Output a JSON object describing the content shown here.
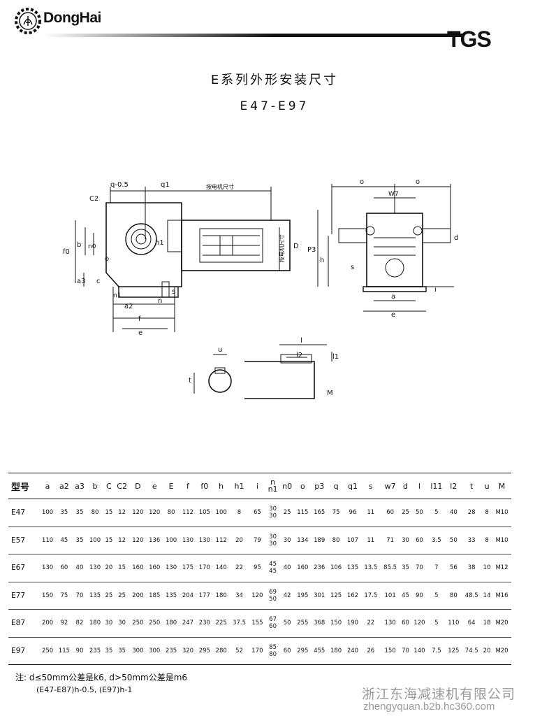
{
  "header": {
    "brand": "DongHai",
    "product_mark": "TGS",
    "title": "E系列外形安装尺寸",
    "subtitle": "E47-E97"
  },
  "drawing": {
    "labels": [
      "q-0.5",
      "q1",
      "按电机尺寸",
      "C2",
      "f0",
      "b",
      "n0",
      "o",
      "a3",
      "c",
      "n1",
      "a2",
      "f",
      "e",
      "s",
      "n",
      "h1",
      "D",
      "按电机尺寸",
      "o",
      "o",
      "W7",
      "P3",
      "h",
      "s",
      "d",
      "a",
      "e",
      "i",
      "u",
      "t",
      "l",
      "l2",
      "l1",
      "M"
    ]
  },
  "table": {
    "headers": [
      "型号",
      "a",
      "a2",
      "a3",
      "b",
      "C",
      "C2",
      "D",
      "e",
      "E",
      "f",
      "f0",
      "h",
      "h1",
      "i",
      "n|n1",
      "n0",
      "o",
      "p3",
      "q",
      "q1",
      "s",
      "w7",
      "d",
      "l",
      "l11",
      "l2",
      "t",
      "u",
      "M"
    ],
    "rows": [
      [
        "E47",
        "100",
        "35",
        "35",
        "80",
        "15",
        "12",
        "120",
        "120",
        "80",
        "112",
        "105",
        "100",
        "8",
        "65",
        "30|30",
        "25",
        "115",
        "165",
        "75",
        "96",
        "11",
        "60",
        "25",
        "50",
        "5",
        "40",
        "28",
        "8",
        "M10"
      ],
      [
        "E57",
        "110",
        "45",
        "35",
        "100",
        "15",
        "12",
        "120",
        "136",
        "100",
        "130",
        "130",
        "112",
        "20",
        "79",
        "30|30",
        "30",
        "134",
        "189",
        "80",
        "107",
        "11",
        "71",
        "30",
        "60",
        "3.5",
        "50",
        "33",
        "8",
        "M10"
      ],
      [
        "E67",
        "130",
        "60",
        "40",
        "130",
        "20",
        "15",
        "160",
        "160",
        "130",
        "175",
        "170",
        "140",
        "22",
        "95",
        "45|45",
        "40",
        "160",
        "236",
        "106",
        "135",
        "13.5",
        "85.5",
        "35",
        "70",
        "7",
        "56",
        "38",
        "10",
        "M12"
      ],
      [
        "E77",
        "150",
        "75",
        "70",
        "135",
        "25",
        "25",
        "200",
        "185",
        "135",
        "204",
        "177",
        "180",
        "34",
        "120",
        "69|50",
        "42",
        "195",
        "301",
        "125",
        "162",
        "17.5",
        "101",
        "45",
        "90",
        "5",
        "80",
        "48.5",
        "14",
        "M16"
      ],
      [
        "E87",
        "200",
        "92",
        "82",
        "180",
        "30",
        "30",
        "250",
        "250",
        "180",
        "247",
        "230",
        "225",
        "37.5",
        "155",
        "67|60",
        "50",
        "255",
        "368",
        "150",
        "190",
        "22",
        "130",
        "60",
        "120",
        "5",
        "110",
        "64",
        "18",
        "M20"
      ],
      [
        "E97",
        "250",
        "115",
        "90",
        "235",
        "35",
        "35",
        "300",
        "300",
        "235",
        "320",
        "295",
        "280",
        "52",
        "170",
        "85|80",
        "60",
        "295",
        "455",
        "180",
        "240",
        "26",
        "150",
        "70",
        "140",
        "7.5",
        "125",
        "74.5",
        "20",
        "M20"
      ]
    ]
  },
  "notes": {
    "line1": "注:  d≤50mm公差是k6, d>50mm公差是m6",
    "line2": "(E47-E87)h-0.5, (E97)h-1"
  },
  "watermark": {
    "company": "浙江东海减速机有限公司",
    "url": "zhengyquan.b2b.hc360.com"
  }
}
